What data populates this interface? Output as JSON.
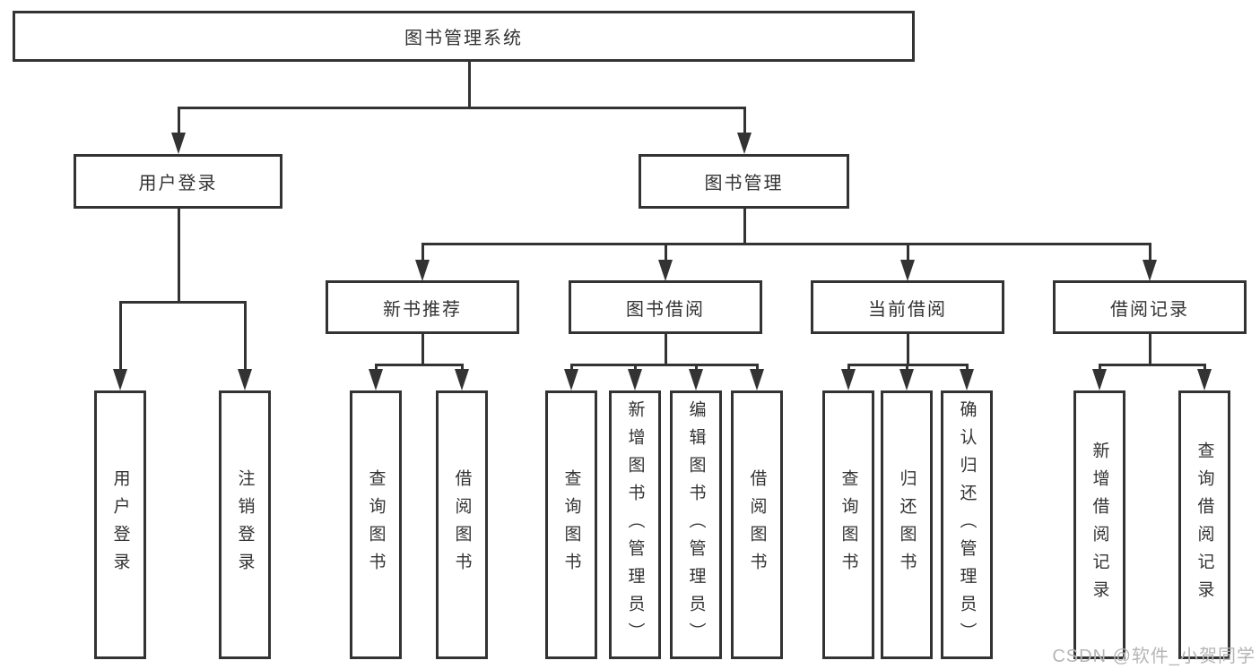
{
  "tree": {
    "root": {
      "label": "图书管理系统"
    },
    "level2": [
      {
        "label": "用户登录",
        "children": [
          {
            "label": "用户登录"
          },
          {
            "label": "注销登录"
          }
        ]
      },
      {
        "label": "图书管理",
        "children": [
          {
            "label": "新书推荐",
            "children": [
              {
                "label": "查询图书"
              },
              {
                "label": "借阅图书"
              }
            ]
          },
          {
            "label": "图书借阅",
            "children": [
              {
                "label": "查询图书"
              },
              {
                "label": "新增图书（管理员）"
              },
              {
                "label": "编辑图书（管理员）"
              },
              {
                "label": "借阅图书"
              }
            ]
          },
          {
            "label": "当前借阅",
            "children": [
              {
                "label": "查询图书"
              },
              {
                "label": "归还图书"
              },
              {
                "label": "确认归还（管理员）"
              }
            ]
          },
          {
            "label": "借阅记录",
            "children": [
              {
                "label": "新增借阅记录"
              },
              {
                "label": "查询借阅记录"
              }
            ]
          }
        ]
      }
    ]
  },
  "watermark": {
    "text": "CSDN @软件_小贺同学"
  },
  "colors": {
    "line": "#333333",
    "text": "#333333",
    "box_background": "#ffffff",
    "watermark": "#b5b5b5"
  }
}
